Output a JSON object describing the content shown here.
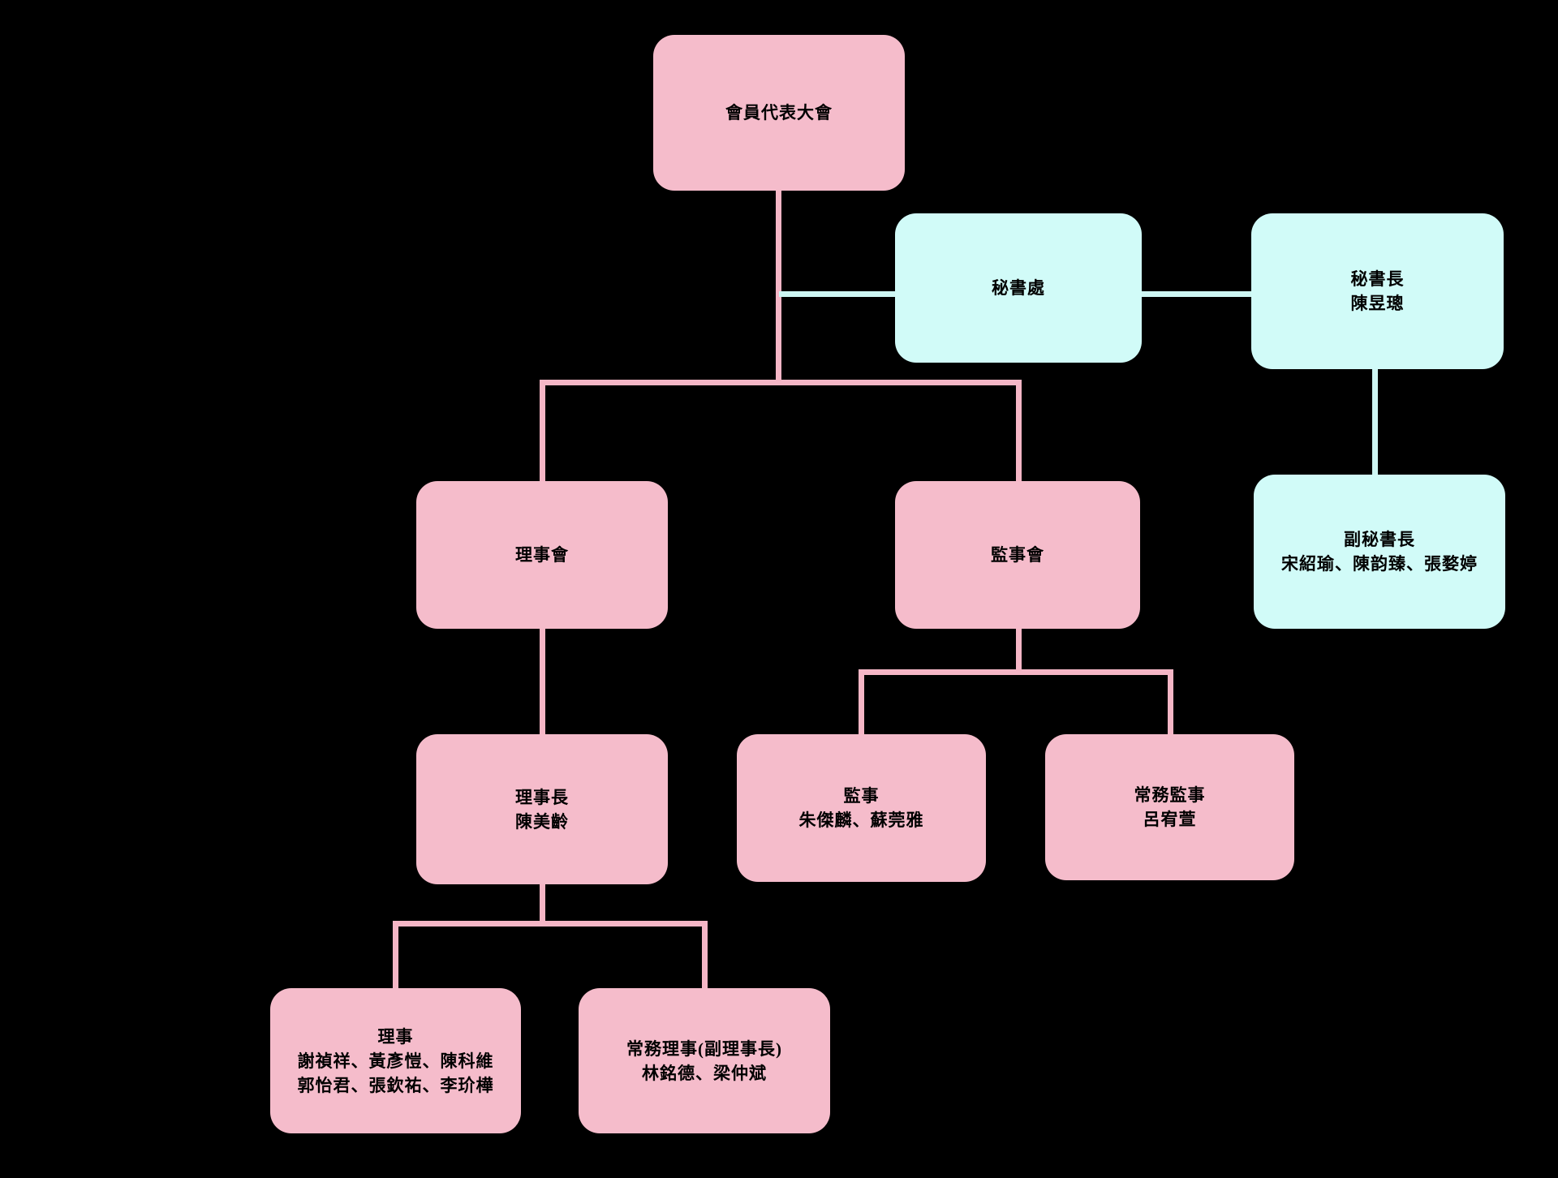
{
  "colors": {
    "background": "#000000",
    "pink_box": "#F5BCCB",
    "pink_line": "#F5B6C6",
    "cyan_box": "#D1FBF8",
    "cyan_line": "#CDF6F3",
    "text": "#000000"
  },
  "nodes": {
    "assembly": {
      "lines": [
        "會員代表大會"
      ]
    },
    "secretariat": {
      "lines": [
        "秘書處"
      ]
    },
    "secretary_general": {
      "lines": [
        "秘書長",
        "陳昱璁"
      ]
    },
    "deputy_secretary_general": {
      "lines": [
        "副秘書長",
        "宋紹瑜、陳韵臻、張婺婷"
      ]
    },
    "board_of_directors": {
      "lines": [
        "理事會"
      ]
    },
    "board_of_supervisors": {
      "lines": [
        "監事會"
      ]
    },
    "chairman": {
      "lines": [
        "理事長",
        "陳美齡"
      ]
    },
    "supervisors": {
      "lines": [
        "監事",
        "朱傑麟、蘇莞雅"
      ]
    },
    "standing_supervisor": {
      "lines": [
        "常務監事",
        "呂宥萱"
      ]
    },
    "directors": {
      "lines": [
        "理事",
        "謝禎祥、黃彥愷、陳科維",
        "郭怡君、張欽祐、李玠樺"
      ]
    },
    "standing_directors": {
      "lines": [
        "常務理事(副理事長)",
        "林銘德、梁仲斌"
      ]
    }
  },
  "edges": [
    {
      "from": "assembly",
      "to": "secretariat"
    },
    {
      "from": "secretariat",
      "to": "secretary_general"
    },
    {
      "from": "secretary_general",
      "to": "deputy_secretary_general"
    },
    {
      "from": "assembly",
      "to": "board_of_directors"
    },
    {
      "from": "assembly",
      "to": "board_of_supervisors"
    },
    {
      "from": "board_of_directors",
      "to": "chairman"
    },
    {
      "from": "chairman",
      "to": "directors"
    },
    {
      "from": "chairman",
      "to": "standing_directors"
    },
    {
      "from": "board_of_supervisors",
      "to": "supervisors"
    },
    {
      "from": "board_of_supervisors",
      "to": "standing_supervisor"
    }
  ]
}
